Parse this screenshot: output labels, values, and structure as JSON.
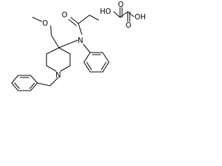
{
  "structure": {
    "atoms": {
      "methoxy_o": "O",
      "carbonyl_o": "O",
      "amide_n": "N",
      "piperidine_n": "N",
      "oxalic_ho_left": "HO",
      "oxalic_o_top_left": "O",
      "oxalic_o_bottom_right": "O",
      "oxalic_oh_right": "OH"
    }
  }
}
